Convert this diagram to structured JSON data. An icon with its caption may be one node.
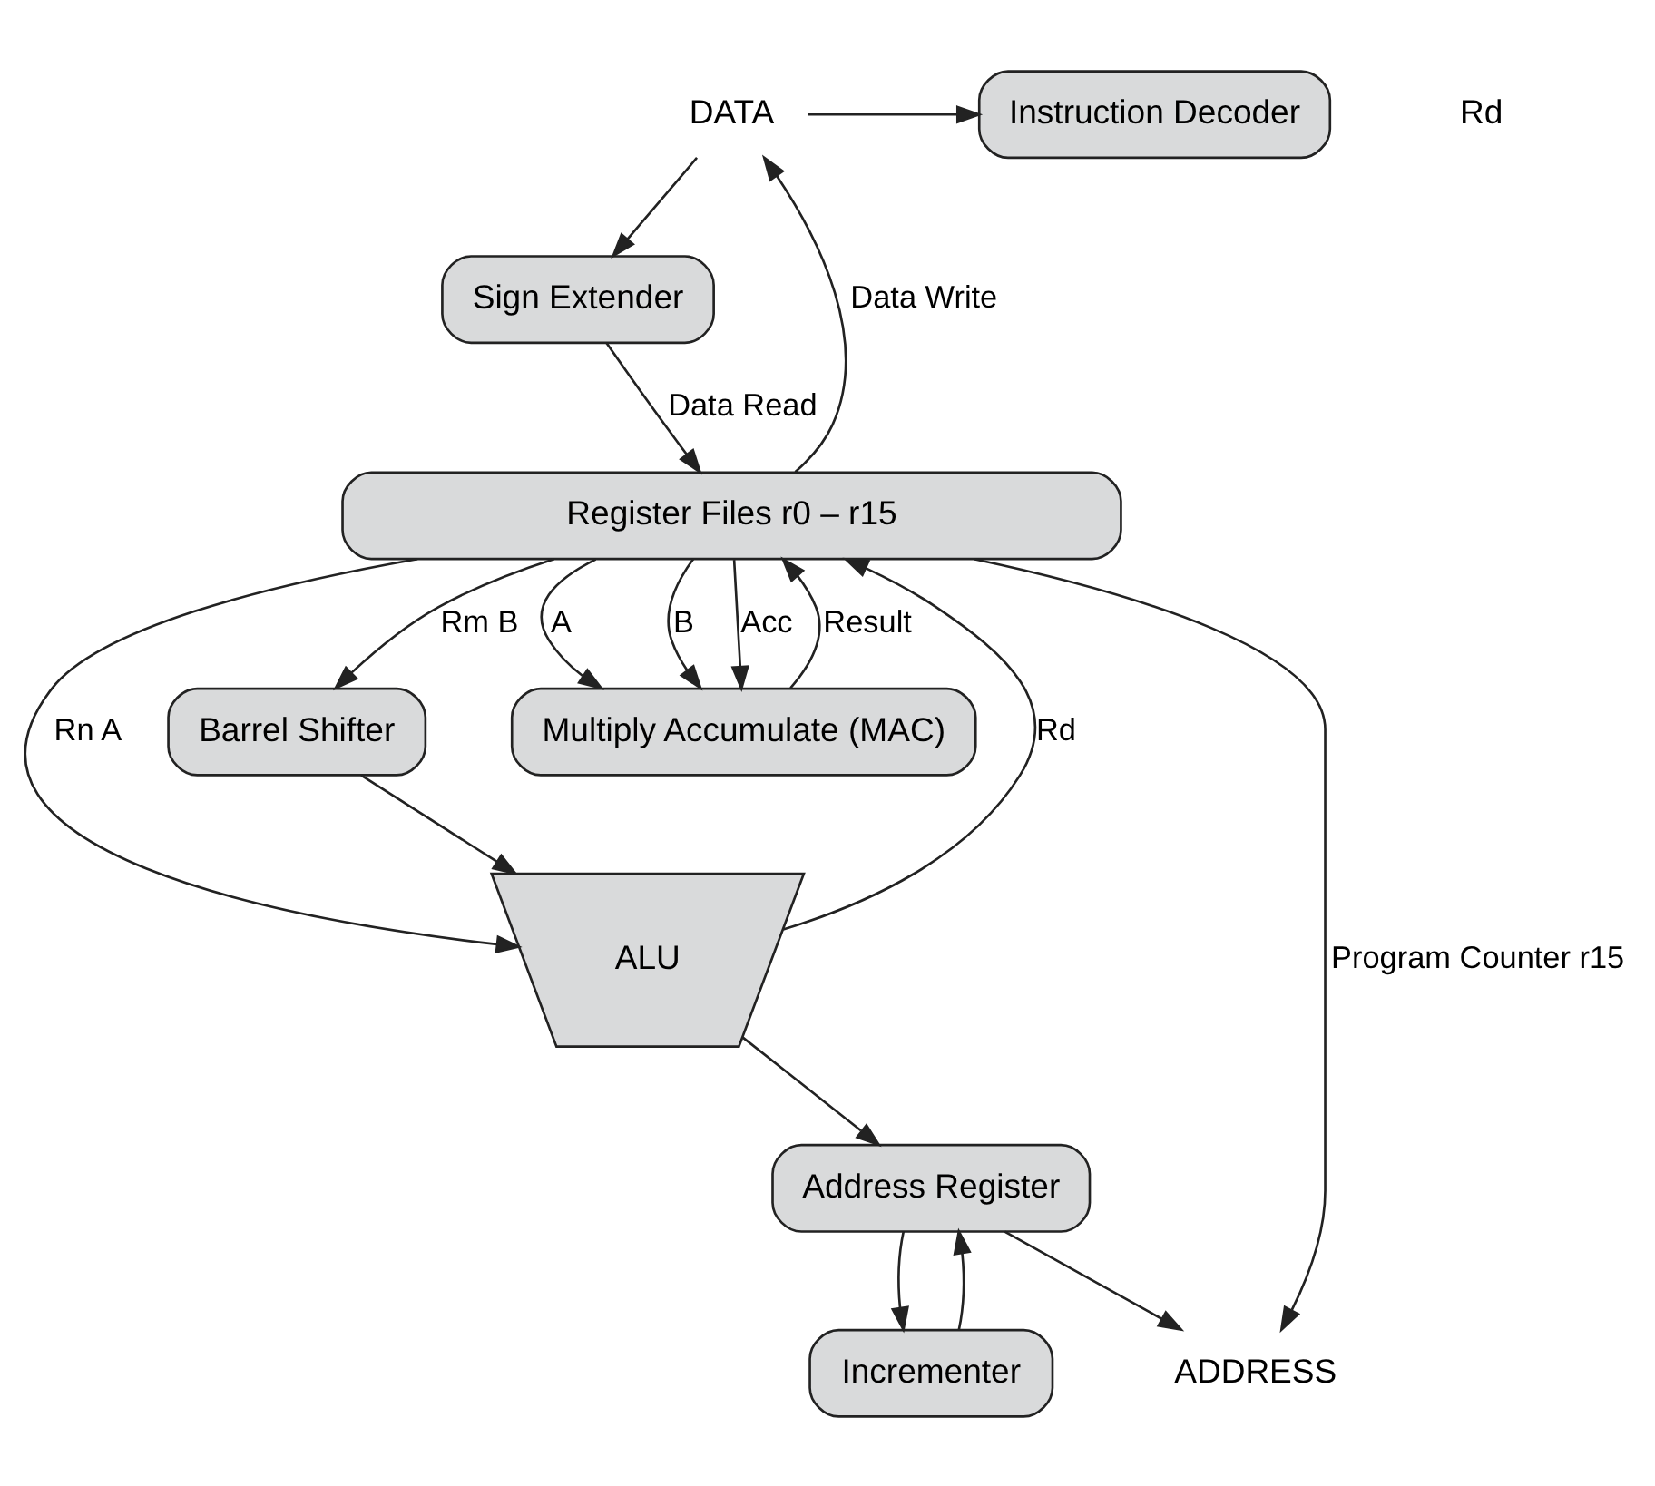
{
  "diagram": {
    "nodes": [
      {
        "text": [
          "DATA"
        ]
      },
      {
        "text": [
          "Instruction Decoder"
        ]
      },
      {
        "text": [
          "Sign Extender"
        ]
      },
      {
        "text": [
          "Register Files r0 – r15"
        ]
      },
      {
        "text": [
          "Barrel Shifter"
        ]
      },
      {
        "text": [
          "ALU"
        ]
      },
      {
        "text": [
          "Multiply Accumulate (MAC)"
        ]
      },
      {
        "text": [
          "Address Register"
        ]
      },
      {
        "text": [
          "Incrementer"
        ]
      },
      {
        "text": [
          "ADDRESS"
        ]
      }
    ],
    "edges": [
      {
        "from": 0,
        "to": 1,
        "arrow": "to"
      },
      {
        "from": 0,
        "to": 2,
        "arrow": "to"
      },
      {
        "from": 3,
        "to": 0,
        "arrow": "to",
        "label": "Data Write"
      },
      {
        "from": 2,
        "to": 3,
        "arrow": "to",
        "label": "Data Read"
      },
      {
        "from": 3,
        "to": 9,
        "arrow": "to",
        "label": "Program Counter r15"
      },
      {
        "from": 3,
        "to": 5,
        "arrow": "to",
        "label": "Rn A"
      },
      {
        "from": 3,
        "to": 6,
        "arrow": "to",
        "label": "A"
      },
      {
        "from": 3,
        "to": 4,
        "arrow": "to",
        "label": "Rm B"
      },
      {
        "from": 3,
        "to": 6,
        "arrow": "to",
        "label": "B"
      },
      {
        "from": 3,
        "to": 6,
        "arrow": "to",
        "label": "Acc"
      },
      {
        "from": 4,
        "to": 5,
        "arrow": "to"
      },
      {
        "from": 5,
        "to": 7,
        "arrow": "to"
      },
      {
        "from": 5,
        "to": 3,
        "arrow": "to",
        "label": "Rd"
      },
      {
        "from": 6,
        "to": 3,
        "arrow": "to",
        "label": "Result"
      },
      {
        "from": 7,
        "to": 9,
        "arrow": "to"
      },
      {
        "from": 7,
        "to": 8,
        "arrow": "to"
      },
      {
        "from": 8,
        "to": 7,
        "arrow": "to"
      }
    ],
    "labels": [
      "Rd"
    ]
  }
}
